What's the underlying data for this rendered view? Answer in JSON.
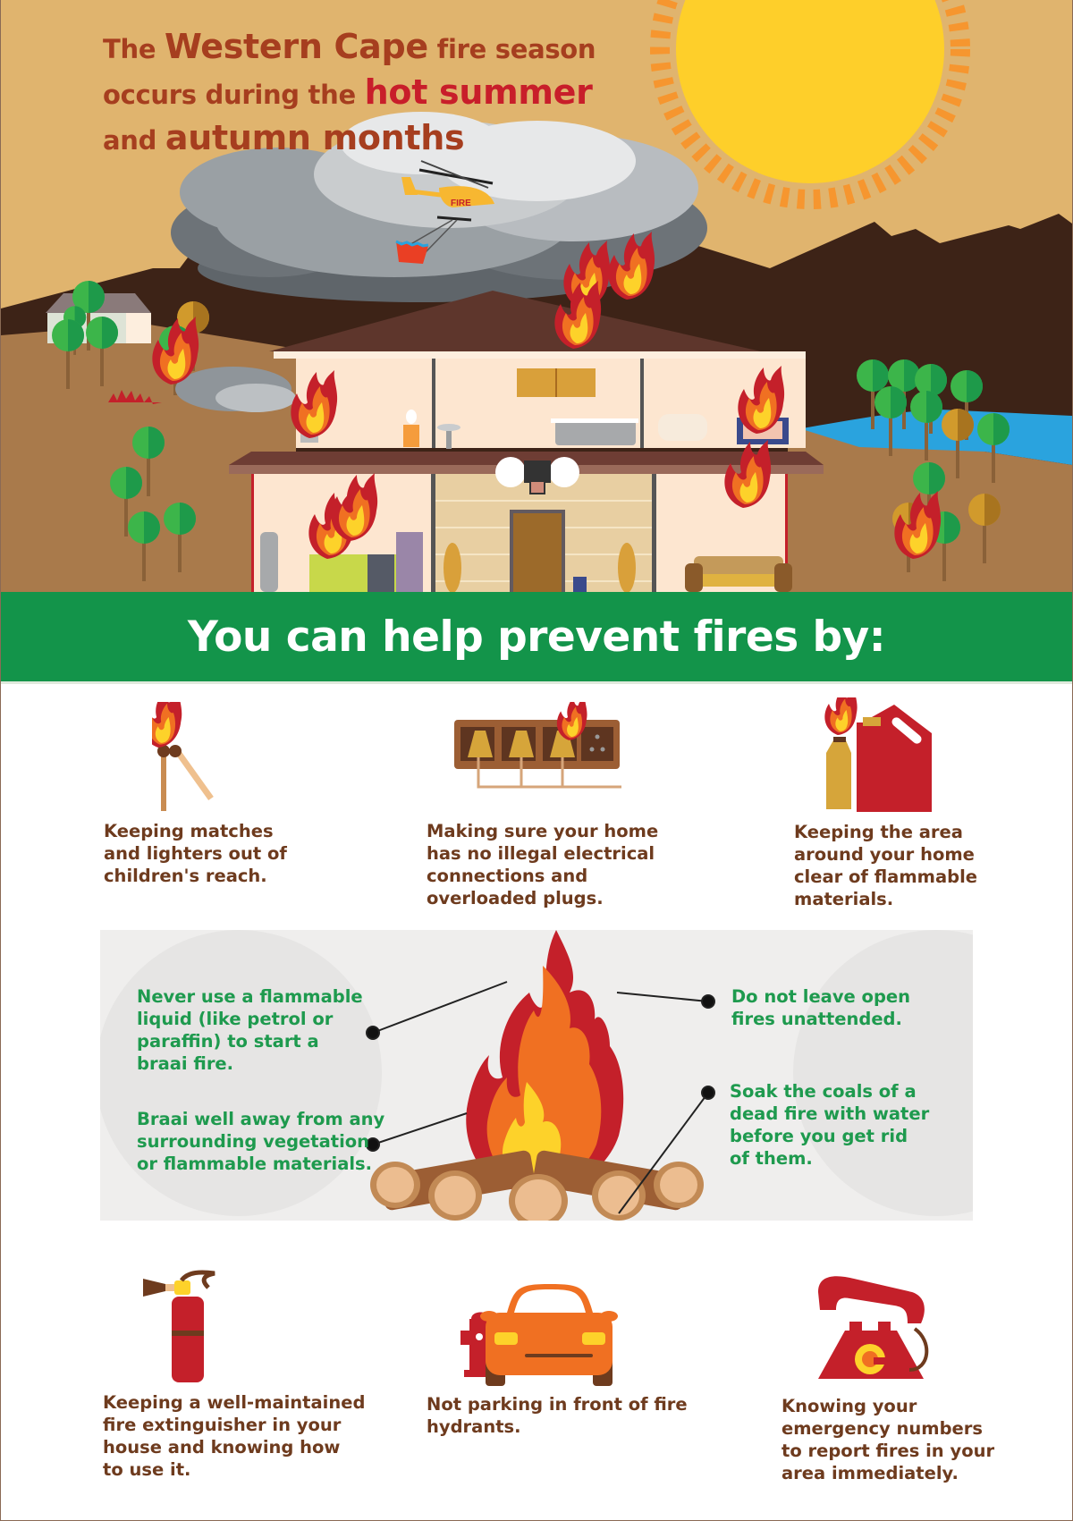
{
  "header": {
    "line1_pre": "The ",
    "line1_bold": "Western Cape",
    "line1_post": " fire season",
    "line2_pre": "occurs during the ",
    "line2_hot": "hot summer",
    "line3_pre": "and ",
    "line3_bold": "autumn months"
  },
  "illustration": {
    "helicopter_label": "FIRE"
  },
  "banner": {
    "title": "You can help prevent fires by:"
  },
  "tips_top": [
    {
      "icon": "matches-icon",
      "text_lines": [
        "Keeping matches",
        "and lighters out of",
        "children's reach."
      ]
    },
    {
      "icon": "power-strip-icon",
      "text_lines": [
        "Making sure your home",
        "has no illegal electrical",
        "connections and",
        "overloaded plugs."
      ]
    },
    {
      "icon": "fuel-can-icon",
      "text_lines": [
        "Keeping the area",
        "around your home",
        "clear of flammable",
        "materials."
      ]
    }
  ],
  "braai_tips": [
    {
      "side": "left",
      "text_lines": [
        "Never use a flammable",
        "liquid (like petrol or",
        "paraffin) to start a",
        "braai fire."
      ]
    },
    {
      "side": "left",
      "text_lines": [
        "Braai well away from any",
        "surrounding vegetation",
        "or flammable materials."
      ]
    },
    {
      "side": "right",
      "text_lines": [
        "Do not leave open",
        "fires unattended."
      ]
    },
    {
      "side": "right",
      "text_lines": [
        "Soak the coals of a",
        "dead fire with water",
        "before you get rid",
        "of them."
      ]
    }
  ],
  "tips_bottom": [
    {
      "icon": "fire-extinguisher-icon",
      "text_lines": [
        "Keeping a well-maintained",
        "fire extinguisher in your",
        "house and knowing how",
        "to use it."
      ]
    },
    {
      "icon": "car-hydrant-icon",
      "text_lines": [
        "Not parking in front of fire",
        "hydrants."
      ]
    },
    {
      "icon": "telephone-icon",
      "text_lines": [
        "Knowing your",
        "emergency numbers",
        "to report fires in your",
        "area immediately."
      ]
    }
  ],
  "colors": {
    "sky": "#e0b46e",
    "mountain": "#3d2317",
    "ground": "#a97a4b",
    "banner_green": "#13944a",
    "tip_brown": "#6e3b1e",
    "tip_green": "#1e9a4e",
    "fire_red": "#c4202a",
    "fire_orange": "#f07022",
    "fire_yellow": "#fdd22a",
    "sun_yellow": "#fecf2a",
    "sun_rays": "#f6962f"
  }
}
